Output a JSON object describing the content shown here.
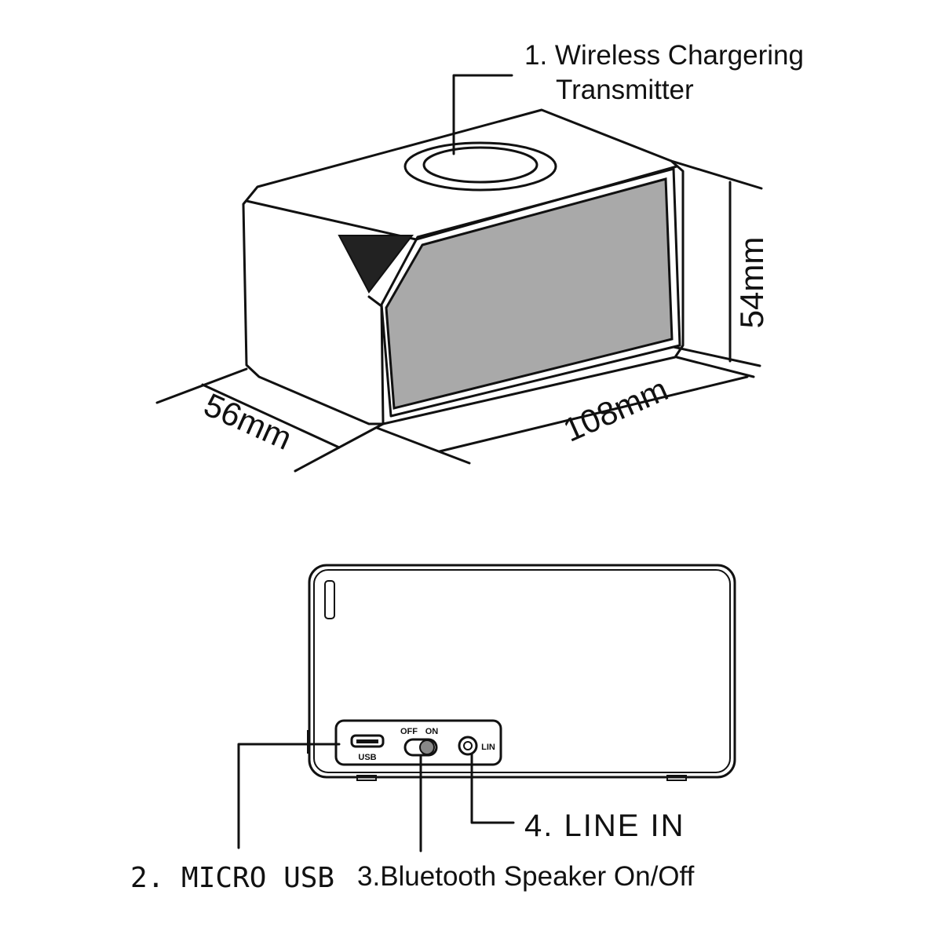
{
  "callouts": {
    "wireless_line1": "1. Wireless Chargering",
    "wireless_line2": "Transmitter",
    "micro_usb": "2. MICRO USB",
    "bt_switch": "3.Bluetooth Speaker On/Off",
    "line_in": "4. LINE IN"
  },
  "dimensions": {
    "height": "54mm",
    "length": "108mm",
    "depth": "56mm"
  },
  "port_labels": {
    "usb": "USB",
    "off": "OFF",
    "on": "ON",
    "lin": "LIN"
  },
  "colors": {
    "line": "#111111",
    "grille": "#a9a9a9",
    "logo": "#222222"
  }
}
